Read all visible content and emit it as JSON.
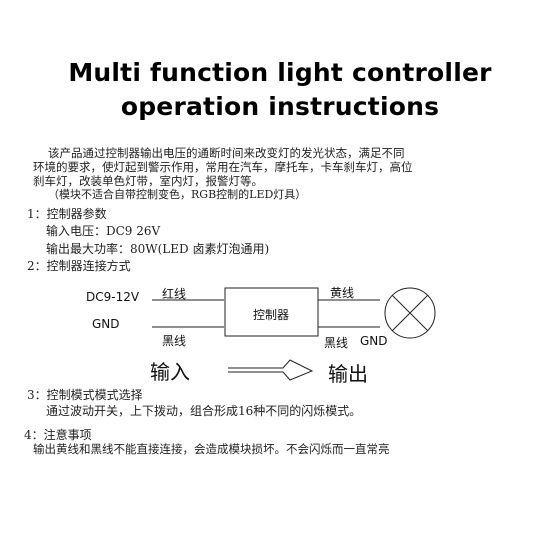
{
  "title_line1": "Multi function light controller",
  "title_line2": "operation instructions",
  "intro": [
    "该产品通过控制器输出电压的通断时间来改变灯的发光状态，满足不同",
    "环境的要求，使灯起到警示作用，常用在汽车，摩托车，卡车刹车灯，高位",
    "刹车灯，改装单色灯带，室内灯，报警灯等。",
    "（模块不适合自带控制变色，RGB控制的LED灯具）"
  ],
  "section1": {
    "heading": "1：控制器参数",
    "lines": [
      "输入电压：DC9 26V",
      "输出最大功率：80W(LED  卤素灯泡通用)"
    ]
  },
  "section2": {
    "heading": "2：控制器连接方式"
  },
  "diagram": {
    "dc_label": "DC9-12V",
    "gnd_label": "GND",
    "red_wire": "红线",
    "black_wire_in": "黑线",
    "controller": "控制器",
    "yellow_wire": "黄线",
    "black_wire_out": "黑线",
    "gnd_out": "GND",
    "input": "输入",
    "output": "输出"
  },
  "section3": {
    "heading": "3：控制模式模式选择",
    "line": "通过波动开关，上下拨动，组合形成16种不同的闪烁模式。"
  },
  "section4": {
    "heading": "4：注意事项",
    "line": "输出黄线和黑线不能直接连接，会造成模块损坏。不会闪烁而一直常亮"
  }
}
